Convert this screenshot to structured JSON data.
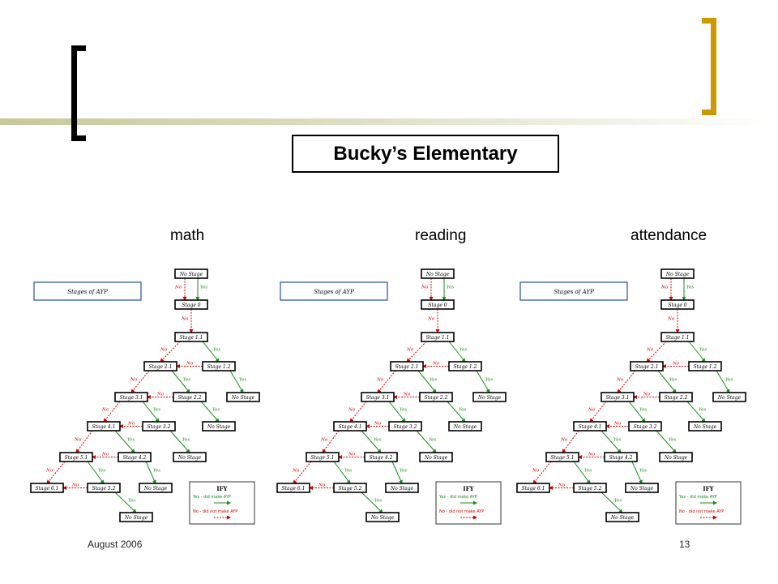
{
  "slide": {
    "title": "Bucky’s Elementary",
    "footer_left": "August 2006",
    "footer_right": "13"
  },
  "colors": {
    "bracket_left": "#000000",
    "bracket_right": "#cc9900",
    "yes_arrow": "#1a8a1a",
    "no_arrow": "#cc0000",
    "legend_border": "#1f4fa8"
  },
  "columns": [
    {
      "label": "math"
    },
    {
      "label": "reading"
    },
    {
      "label": "attendance"
    }
  ],
  "flowchart": {
    "legend_title": "Stages of AYP",
    "edge_labels": {
      "yes": "Yes",
      "no": "No"
    },
    "nodes": [
      {
        "id": "n0",
        "label": "No Stage"
      },
      {
        "id": "n1",
        "label": "Stage 0"
      },
      {
        "id": "n2",
        "label": "Stage 1.1"
      },
      {
        "id": "n3",
        "label": "Stage 2.1"
      },
      {
        "id": "n4",
        "label": "Stage 1.2"
      },
      {
        "id": "n5",
        "label": "Stage 3.1"
      },
      {
        "id": "n6",
        "label": "Stage 2.2"
      },
      {
        "id": "n7",
        "label": "No Stage"
      },
      {
        "id": "n8",
        "label": "Stage 4.1"
      },
      {
        "id": "n9",
        "label": "Stage 3.2"
      },
      {
        "id": "n10",
        "label": "No Stage"
      },
      {
        "id": "n11",
        "label": "Stage 5.1"
      },
      {
        "id": "n12",
        "label": "Stage 4.2"
      },
      {
        "id": "n13",
        "label": "No Stage"
      },
      {
        "id": "n14",
        "label": "Stage 6.1"
      },
      {
        "id": "n15",
        "label": "Stage 5.2"
      },
      {
        "id": "n16",
        "label": "No Stage"
      },
      {
        "id": "n17",
        "label": "No Stage"
      }
    ],
    "key": {
      "title": "IFY",
      "yes_text": "Yes - did make AYP",
      "no_text": "No - did not make AYP"
    }
  }
}
